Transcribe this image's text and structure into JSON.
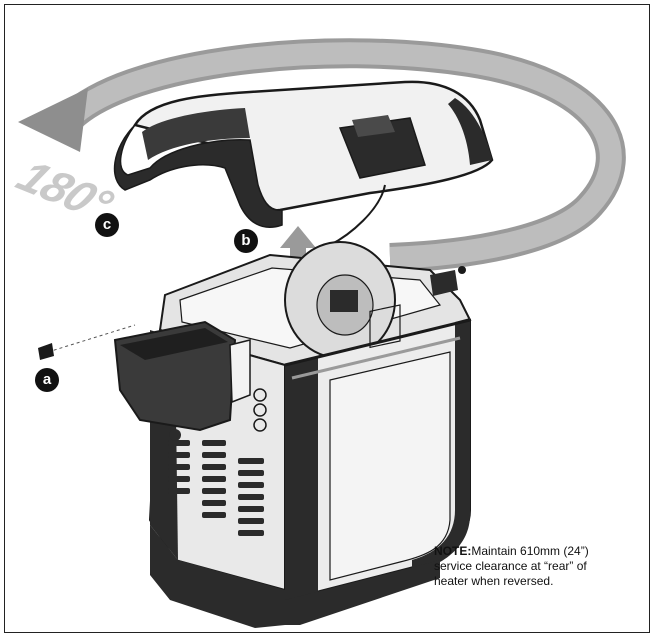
{
  "rotation": {
    "label": "180°",
    "direction": "counter-clockwise"
  },
  "callouts": {
    "a": "a",
    "b": "b",
    "c": "c"
  },
  "note": {
    "prefix": "NOTE:",
    "line1": "Maintain 610mm (24”)",
    "line2": "service clearance at “rear” of",
    "line3": "heater when reversed."
  },
  "colors": {
    "arrow": "#9a9a9a",
    "rotation_text": "#c9c9c9",
    "outline": "#1a1a1a",
    "panel": "#ececec",
    "dark_trim": "#2b2b2b"
  }
}
